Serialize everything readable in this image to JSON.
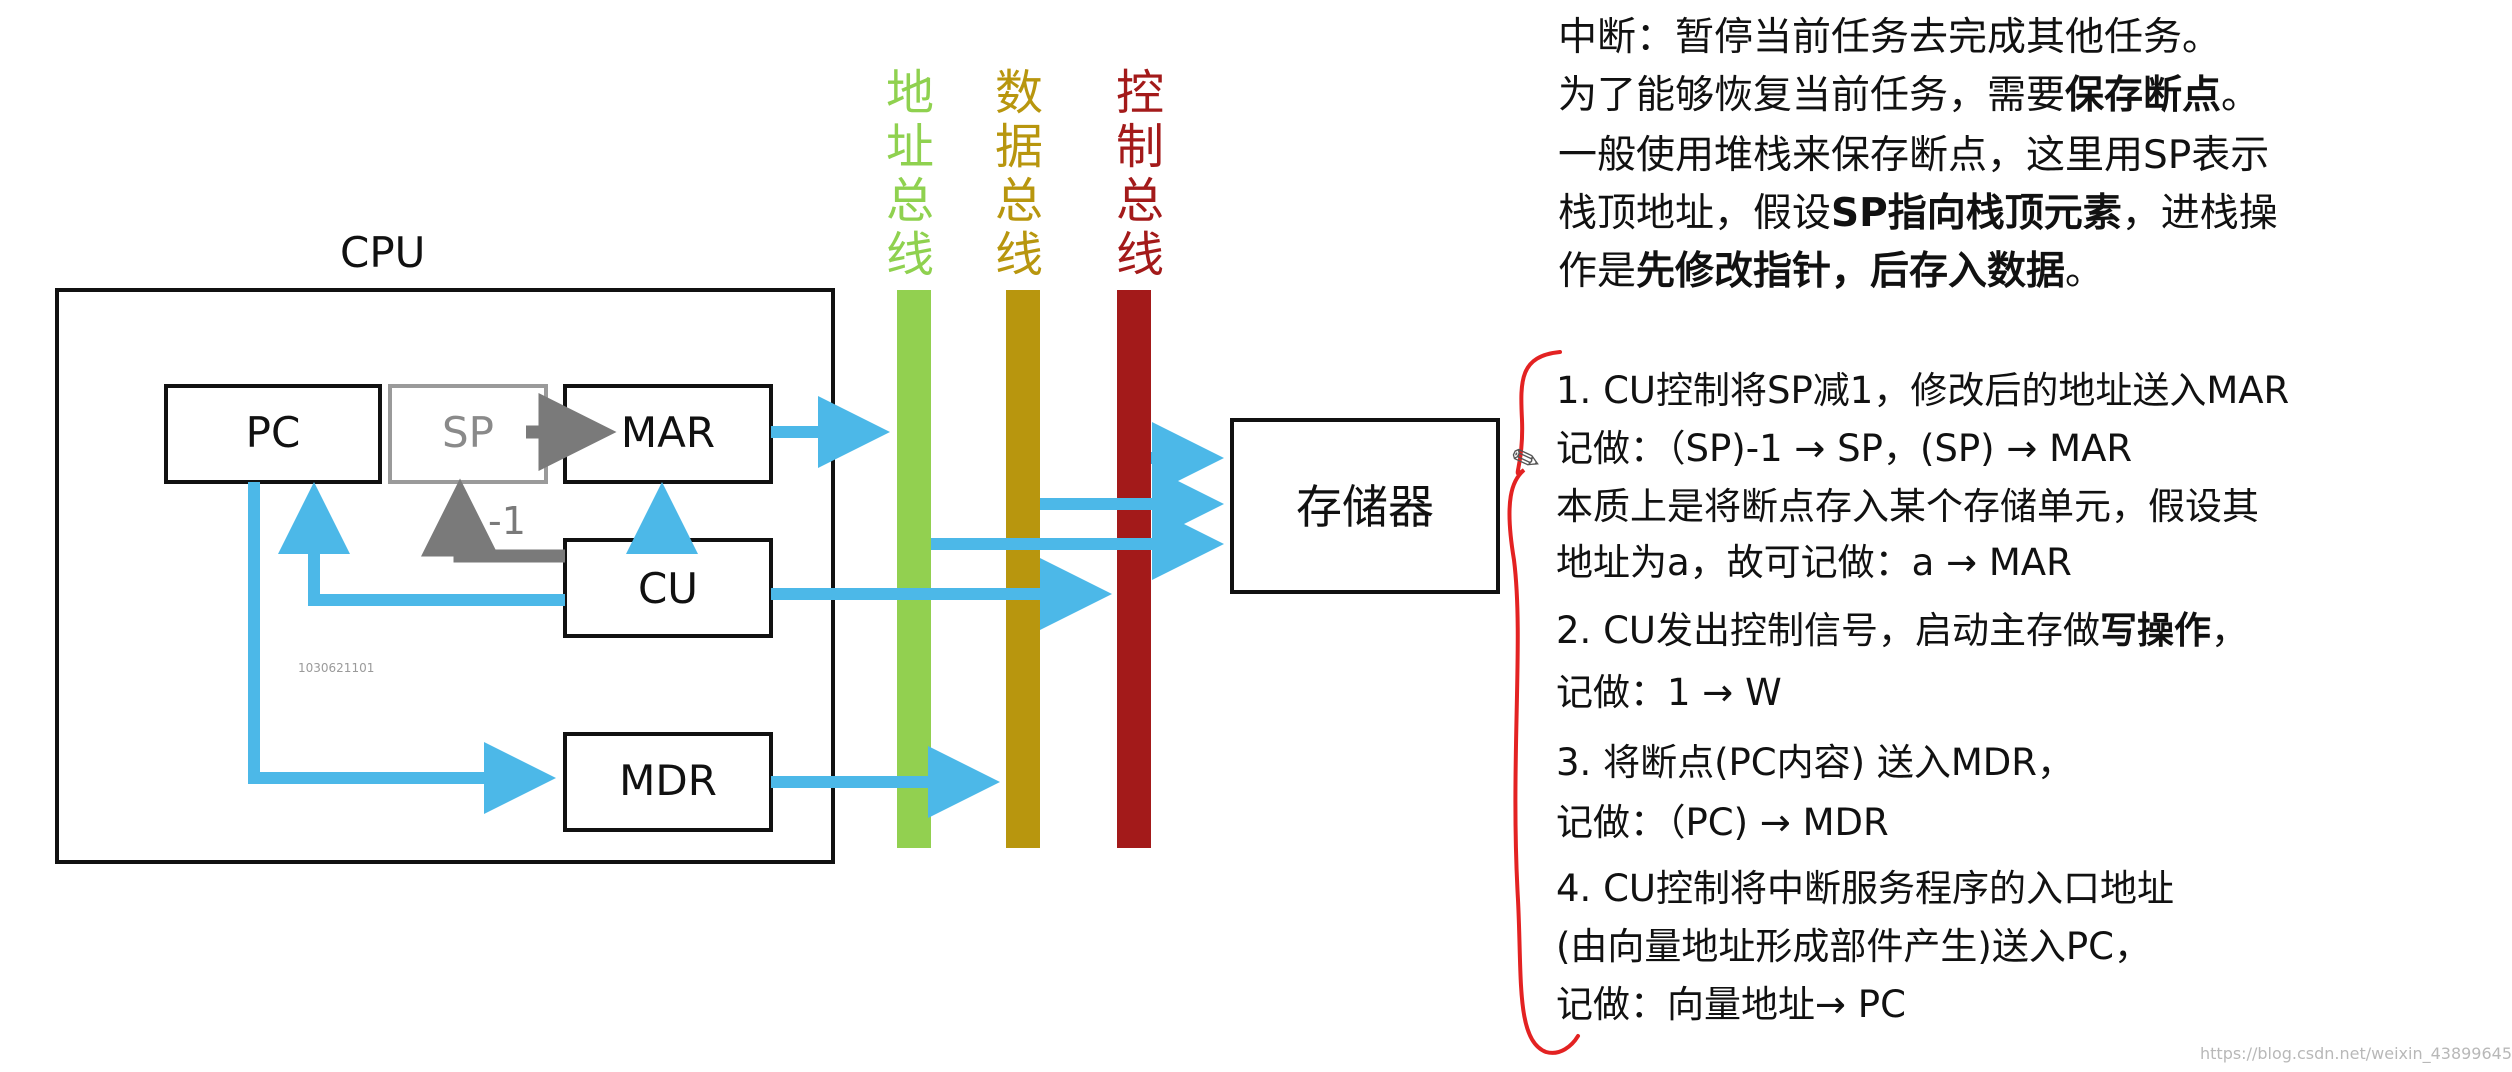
{
  "diagram": {
    "cpu_label": "CPU",
    "registers": {
      "pc": "PC",
      "sp": "SP",
      "mar": "MAR",
      "cu": "CU",
      "mdr": "MDR"
    },
    "decrement_label": "-1",
    "memory_label": "存储器",
    "buses": {
      "address": {
        "label": [
          "地",
          "址",
          "总",
          "线"
        ],
        "color": "#92d050"
      },
      "data": {
        "label": [
          "数",
          "据",
          "总",
          "线"
        ],
        "color": "#b8960e"
      },
      "control": {
        "label": [
          "控",
          "制",
          "总",
          "线"
        ],
        "color": "#a31a1a"
      }
    },
    "arrow_color": "#4cb8e8",
    "sp_arrow_color": "#7a7a7a",
    "watermark_small": "1030621101"
  },
  "notes": {
    "intro_lines": [
      {
        "parts": [
          {
            "t": "中断：暂停当前任务去完成其他任务。",
            "b": false
          }
        ]
      },
      {
        "parts": [
          {
            "t": "为了能够恢复当前任务，需要",
            "b": false
          },
          {
            "t": "保存断点",
            "b": true
          },
          {
            "t": "。",
            "b": false
          }
        ]
      },
      {
        "parts": [
          {
            "t": "一般使用堆栈来保存断点，这里用SP表示",
            "b": false
          }
        ]
      },
      {
        "parts": [
          {
            "t": "栈顶地址，假设",
            "b": false
          },
          {
            "t": "SP指向栈顶元素",
            "b": true
          },
          {
            "t": "，进栈操",
            "b": false
          }
        ]
      },
      {
        "parts": [
          {
            "t": "作是",
            "b": false
          },
          {
            "t": "先修改指针，后存入数据",
            "b": true
          },
          {
            "t": "。",
            "b": false
          }
        ]
      }
    ],
    "step_lines": [
      {
        "text": "1. CU控制将SP减1，修改后的地址送入MAR",
        "bold": ""
      },
      {
        "text": "记做：（SP)-1 → SP，(SP) → MAR",
        "bold": ""
      },
      {
        "text": "本质上是将断点存入某个存储单元，假设其",
        "bold": ""
      },
      {
        "text": "地址为a，故可记做：a → MAR",
        "bold": ""
      },
      {
        "text": "2. CU发出控制信号，启动主存做",
        "bold": "写操作",
        "after": "，"
      },
      {
        "text": "记做：1 → W",
        "bold": ""
      },
      {
        "text": "3. 将断点(PC内容) 送入MDR，",
        "bold": ""
      },
      {
        "text": "记做：（PC) → MDR",
        "bold": ""
      },
      {
        "text": "4. CU控制将中断服务程序的入口地址",
        "bold": ""
      },
      {
        "text": "(由向量地址形成部件产生)送入PC，",
        "bold": ""
      },
      {
        "text": "记做：向量地址→ PC",
        "bold": ""
      }
    ],
    "bracket_color": "#e32222"
  },
  "watermark_url": "https://blog.csdn.net/weixin_43899645"
}
